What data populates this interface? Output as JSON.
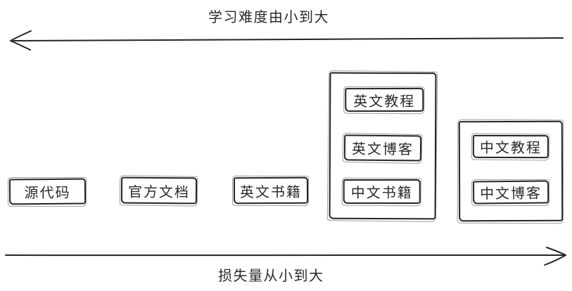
{
  "axes": {
    "top": {
      "label": "学习难度由小到大",
      "direction": "left"
    },
    "bottom": {
      "label": "损失量从小到大",
      "direction": "right"
    }
  },
  "items": [
    {
      "label": "源代码"
    },
    {
      "label": "官方文档"
    },
    {
      "label": "英文书籍"
    }
  ],
  "groups": [
    {
      "name": "english-sources-group",
      "items": [
        {
          "label": "英文教程"
        },
        {
          "label": "英文博客"
        },
        {
          "label": "中文书籍"
        }
      ]
    },
    {
      "name": "chinese-sources-group",
      "items": [
        {
          "label": "中文教程"
        },
        {
          "label": "中文博客"
        }
      ]
    }
  ],
  "colors": {
    "stroke": "#242424",
    "background": "#ffffff"
  }
}
